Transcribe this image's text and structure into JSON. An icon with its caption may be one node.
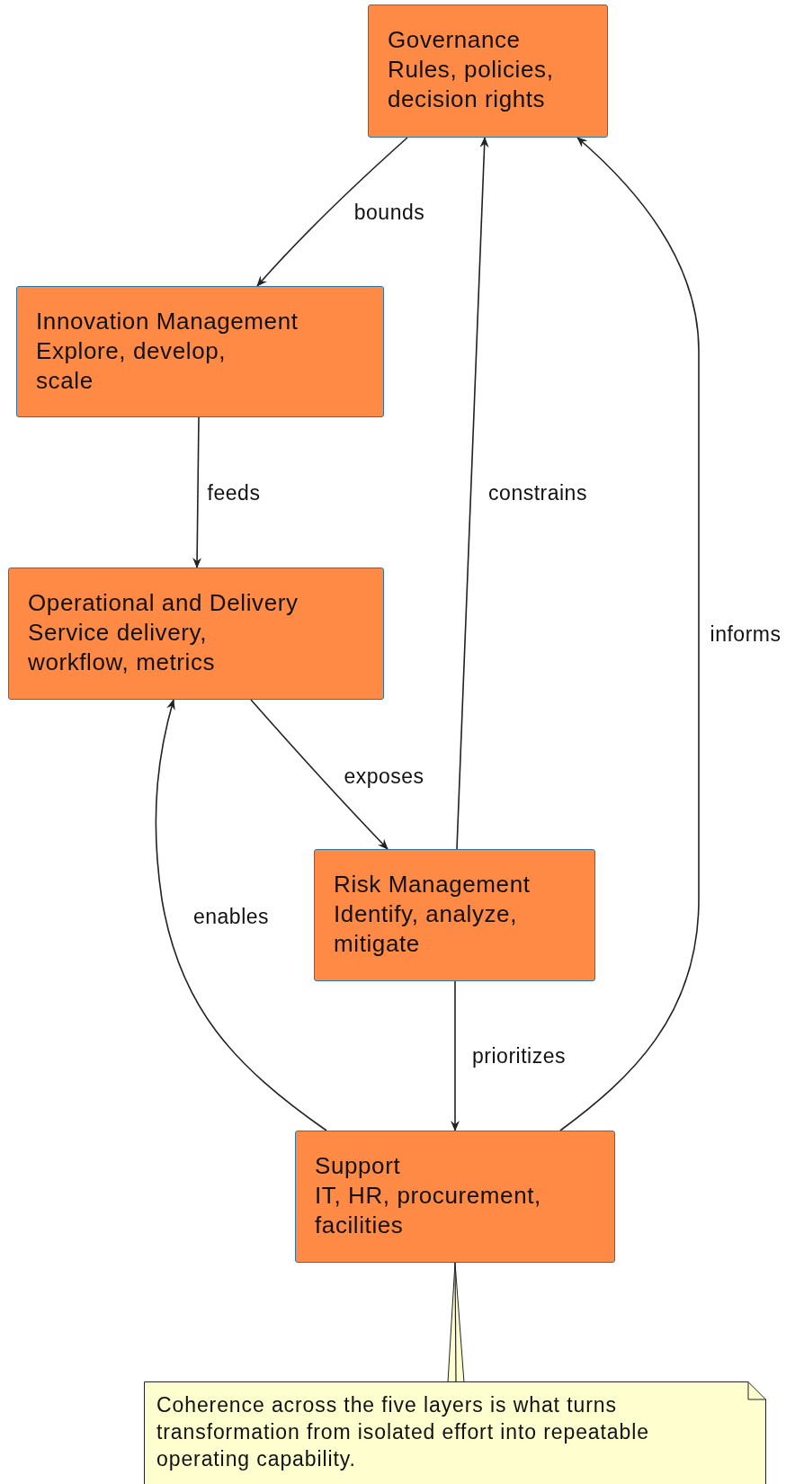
{
  "diagram": {
    "nodes": [
      {
        "text": [
          "Governance",
          "Rules, policies, decision rights"
        ]
      },
      {
        "text": [
          "Innovation Management",
          "Explore, develop, scale"
        ]
      },
      {
        "text": [
          "Operational and Delivery",
          "Service delivery, workflow, metrics"
        ]
      },
      {
        "text": [
          "Risk Management",
          "Identify, analyze, mitigate"
        ]
      },
      {
        "text": [
          "Support",
          "IT, HR, procurement, facilities"
        ]
      },
      {
        "text": [
          "Coherence across the five layers is what turns transformation from isolated effort into repeatable operating capability."
        ]
      }
    ],
    "edges": [
      {
        "from": 0,
        "to": 1,
        "arrow": "to",
        "label": "bounds"
      },
      {
        "from": 1,
        "to": 2,
        "arrow": "to",
        "label": "feeds"
      },
      {
        "from": 2,
        "to": 3,
        "arrow": "to",
        "label": "exposes"
      },
      {
        "from": 3,
        "to": 0,
        "arrow": "to",
        "label": "constrains"
      },
      {
        "from": 4,
        "to": 0,
        "arrow": "to",
        "label": "informs"
      },
      {
        "from": 4,
        "to": 2,
        "arrow": "to",
        "label": "enables"
      },
      {
        "from": 3,
        "to": 4,
        "arrow": "to",
        "label": "prioritizes"
      },
      {
        "from": 5,
        "to": 4,
        "arrow": "none"
      }
    ]
  }
}
